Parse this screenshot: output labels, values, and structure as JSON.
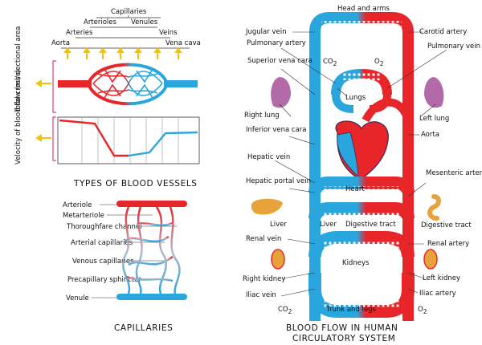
{
  "vessels": {
    "top_labels": {
      "capillaries": "Capillaries",
      "arterioles": "Arterioles",
      "venules": "Venules",
      "arteries": "Arteries",
      "veins": "Veins",
      "aorta": "Aorta",
      "vena_cava": "Vena cava"
    },
    "y_axis_area": "Total cross-sectional area",
    "y_axis_velocity": "Velocity of blood flow (ml/s)",
    "title": "TYPES OF BLOOD VESSELS"
  },
  "capillaries": {
    "labels": {
      "arteriole": "Arteriole",
      "metarteriole": "Metarteriole",
      "thoroughfare": "Thoroughfare channel",
      "arterial_caps": "Arterial capillaries",
      "venous_caps": "Venous capillaries",
      "precap": "Precapillary sphincter",
      "venule": "Venule"
    },
    "title": "CAPILLARIES"
  },
  "circulation": {
    "labels": {
      "head_arms": "Head and arms",
      "jugular": "Jugular vein",
      "carotid": "Carotid artery",
      "pulm_artery": "Pulmonary artery",
      "pulm_vein": "Pulmonary vein",
      "sup_vena": "Superior vena cara",
      "co2": "CO",
      "o2": "O",
      "lungs": "Lungs",
      "right_lung": "Right lung",
      "left_lung": "Left lung",
      "inf_vena": "Inferior vena cara",
      "aorta": "Aorta",
      "hepatic_vein": "Hepatic vein",
      "heart": "Heart",
      "hepatic_portal": "Hepatic portal vein",
      "mesenteric": "Mesenteric arteries",
      "liver": "Liver",
      "liver_inner": "Liver",
      "digestive_inner": "Digestive tract",
      "digestive": "Digestive tract",
      "renal_vein": "Renal vein",
      "renal_artery": "Renal artery",
      "kidneys": "Kidneys",
      "right_kidney": "Right kidney",
      "left_kidney": "Left kidney",
      "iliac_vein": "Iliac vein",
      "iliac_artery": "Iliac artery",
      "trunk_legs": "Trunk and legs",
      "co2_bottom": "CO",
      "o2_bottom": "O",
      "subscript_two": "2"
    },
    "title_line1": "BLOOD FLOW IN HUMAN",
    "title_line2": "CIRCULATORY SYSTEM"
  },
  "colors": {
    "artery": "#e8262a",
    "vein": "#2aa6df",
    "arrow": "#f5c400",
    "bracket": "#e0436b",
    "lung": "#b26aa8",
    "liver": "#e8a23a"
  }
}
